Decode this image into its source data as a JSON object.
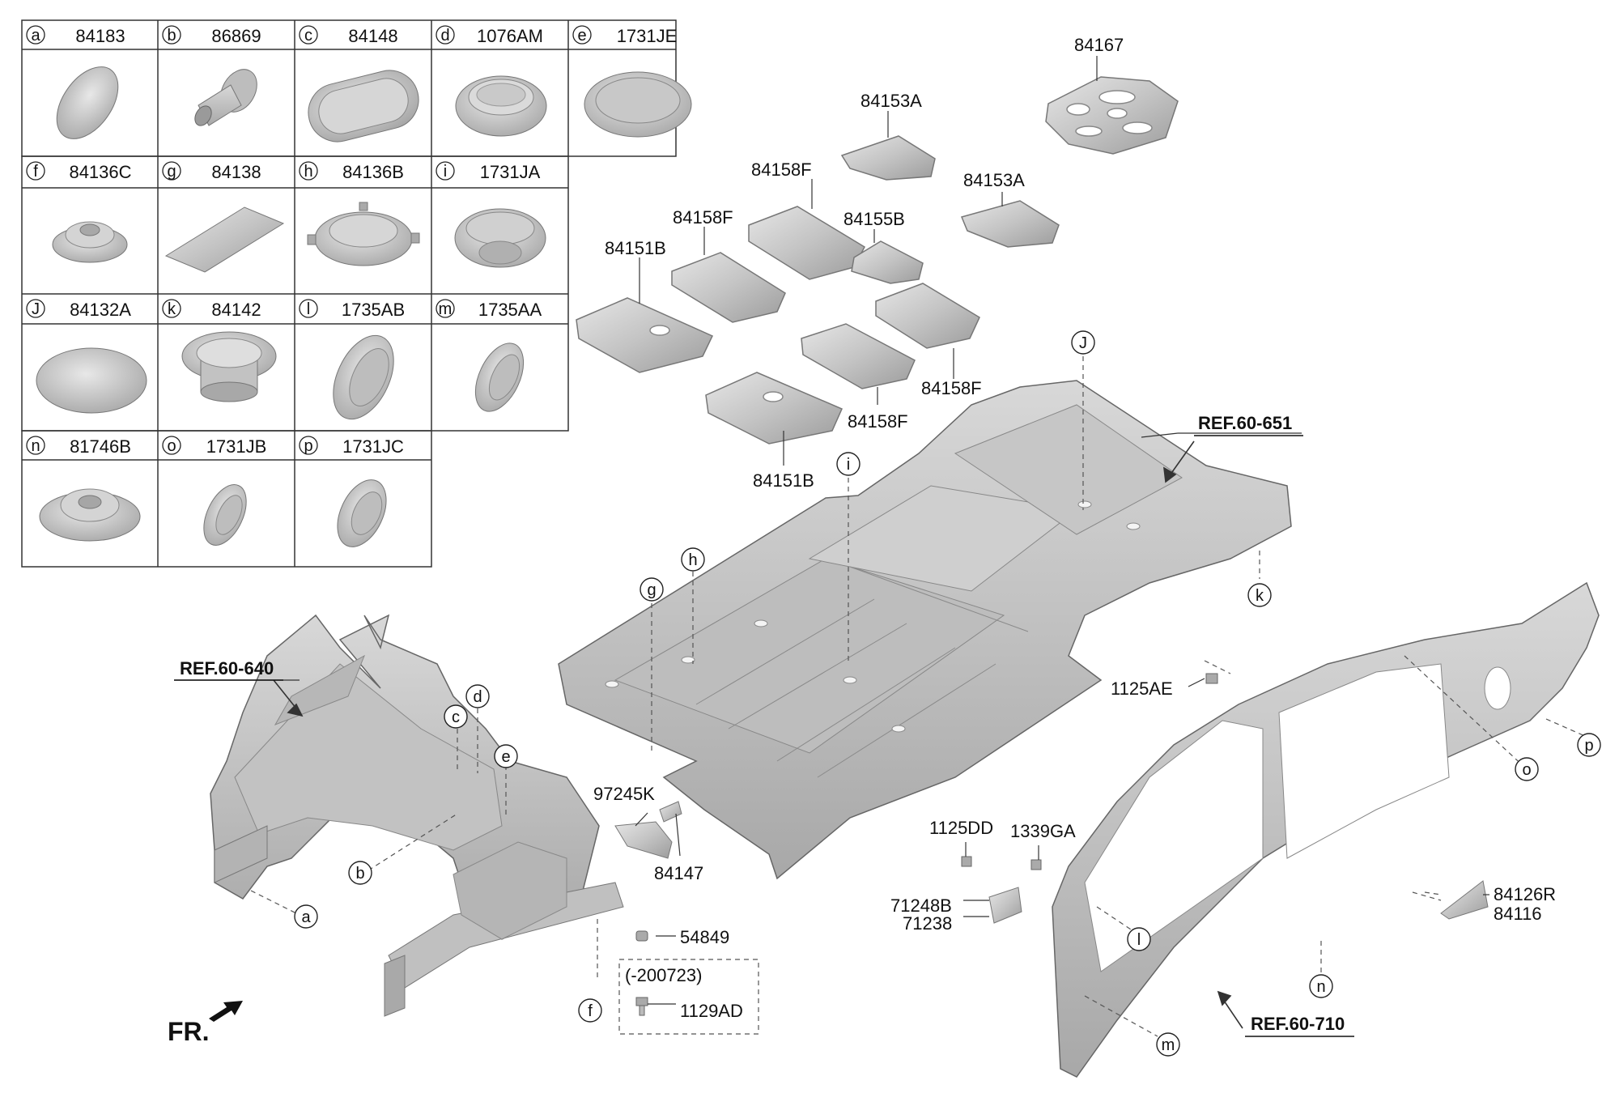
{
  "parts_table": {
    "cells": [
      {
        "key": "a",
        "code": "84183"
      },
      {
        "key": "b",
        "code": "86869"
      },
      {
        "key": "c",
        "code": "84148"
      },
      {
        "key": "d",
        "code": "1076AM"
      },
      {
        "key": "e",
        "code": "1731JE"
      },
      {
        "key": "f",
        "code": "84136C"
      },
      {
        "key": "g",
        "code": "84138"
      },
      {
        "key": "h",
        "code": "84136B"
      },
      {
        "key": "i",
        "code": "1731JA"
      },
      {
        "key": "J",
        "code": "84132A"
      },
      {
        "key": "k",
        "code": "84142"
      },
      {
        "key": "l",
        "code": "1735AB"
      },
      {
        "key": "m",
        "code": "1735AA"
      },
      {
        "key": "n",
        "code": "81746B"
      },
      {
        "key": "o",
        "code": "1731JB"
      },
      {
        "key": "p",
        "code": "1731JC"
      }
    ]
  },
  "labels": {
    "p84167": "84167",
    "p84153A_1": "84153A",
    "p84153A_2": "84153A",
    "p84158F_1": "84158F",
    "p84158F_2": "84158F",
    "p84158F_3": "84158F",
    "p84158F_4": "84158F",
    "p84155B": "84155B",
    "p84151B_1": "84151B",
    "p84151B_2": "84151B",
    "p97245K": "97245K",
    "p84147": "84147",
    "p54849": "54849",
    "p1129AD": "1129AD",
    "date_range": "(-200723)",
    "p1125AE": "1125AE",
    "p1125DD": "1125DD",
    "p1339GA": "1339GA",
    "p71248B": "71248B",
    "p71238": "71238",
    "p84126R": "84126R",
    "p84116": "84116"
  },
  "refs": {
    "front": "REF.60-640",
    "floor": "REF.60-651",
    "side": "REF.60-710"
  },
  "callouts": {
    "a": "a",
    "b": "b",
    "c": "c",
    "d": "d",
    "e": "e",
    "f": "f",
    "g": "g",
    "h": "h",
    "i": "i",
    "J": "J",
    "k": "k",
    "l": "l",
    "m": "m",
    "n": "n",
    "o": "o",
    "p": "p"
  },
  "direction": "FR.",
  "colors": {
    "part_fill": "#c9c9c9",
    "part_dark": "#9d9d9d",
    "part_light": "#e4e4e4",
    "line": "#333333"
  }
}
